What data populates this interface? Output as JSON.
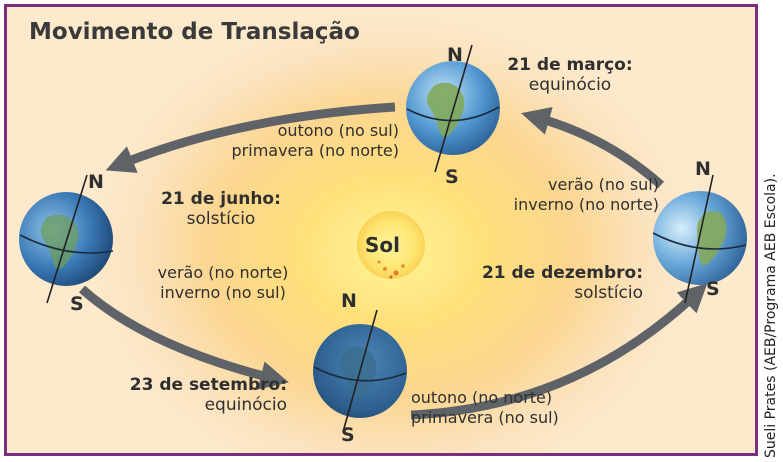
{
  "title": "Movimento de Translação",
  "sun": "Sol",
  "pole_north": "N",
  "pole_south": "S",
  "march": {
    "date": "21 de março:",
    "event": "equinócio"
  },
  "june": {
    "date": "21 de junho:",
    "event": "solstício"
  },
  "september": {
    "date": "23 de setembro:",
    "event": "equinócio"
  },
  "december": {
    "date": "21 de dezembro:",
    "event": "solstício"
  },
  "season_top": [
    "outono (no sul)",
    "primavera (no norte)"
  ],
  "season_right": [
    "verão (no sul)",
    "inverno (no norte)"
  ],
  "season_left": [
    "verão (no norte)",
    "inverno (no sul)"
  ],
  "season_bottom": [
    "outono (no norte)",
    "primavera (no sul)"
  ],
  "credit": "Sueli Prates (AEB/Programa AEB Escola).",
  "colors": {
    "border": "#7a2e7e",
    "arrow": "#5f6367",
    "ocean": "#3d7fc0",
    "land": "#84a85c"
  }
}
